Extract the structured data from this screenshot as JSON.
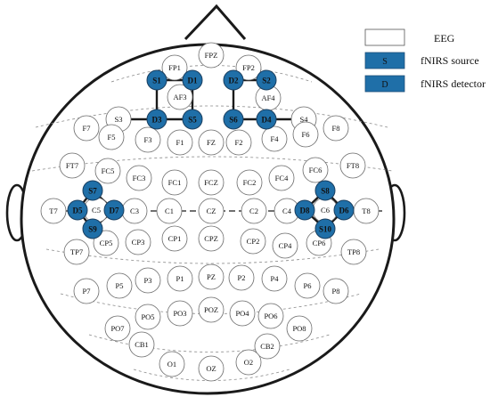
{
  "legend": {
    "eeg_label": "EEG",
    "source_label": "S",
    "source_text": "fNIRS source",
    "detector_label": "D",
    "detector_text": "fNIRS detector"
  },
  "colors": {
    "fnirs_fill": "#1f6fa8",
    "outline": "#1a1a1a",
    "guide_line": "#8a8a8a",
    "background": "#ffffff"
  },
  "eeg_channels": [
    "FPZ",
    "FP1",
    "FP2",
    "AF3",
    "AF4",
    "S3",
    "S4",
    "F7",
    "F5",
    "F3",
    "F1",
    "FZ",
    "F2",
    "F4",
    "F6",
    "F8",
    "FT7",
    "FC5",
    "FC3",
    "FC1",
    "FCZ",
    "FC2",
    "FC4",
    "FC6",
    "FT8",
    "T7",
    "C5",
    "C3",
    "C1",
    "CZ",
    "C2",
    "C4",
    "C6",
    "T8",
    "CP5",
    "CP3",
    "CP1",
    "CPZ",
    "CP2",
    "CP4",
    "CP6",
    "TP7",
    "TP8",
    "P7",
    "P5",
    "P3",
    "P1",
    "PZ",
    "P2",
    "P4",
    "P6",
    "P8",
    "PO7",
    "PO5",
    "PO3",
    "POZ",
    "PO4",
    "PO6",
    "PO8",
    "CB1",
    "CB2",
    "O1",
    "OZ",
    "O2"
  ],
  "fnirs_sources": [
    "S1",
    "S2",
    "S5",
    "S6",
    "S7",
    "S8",
    "S9",
    "S10"
  ],
  "fnirs_detectors": [
    "D1",
    "D2",
    "D3",
    "D4",
    "D5",
    "D6",
    "D7",
    "D8"
  ]
}
